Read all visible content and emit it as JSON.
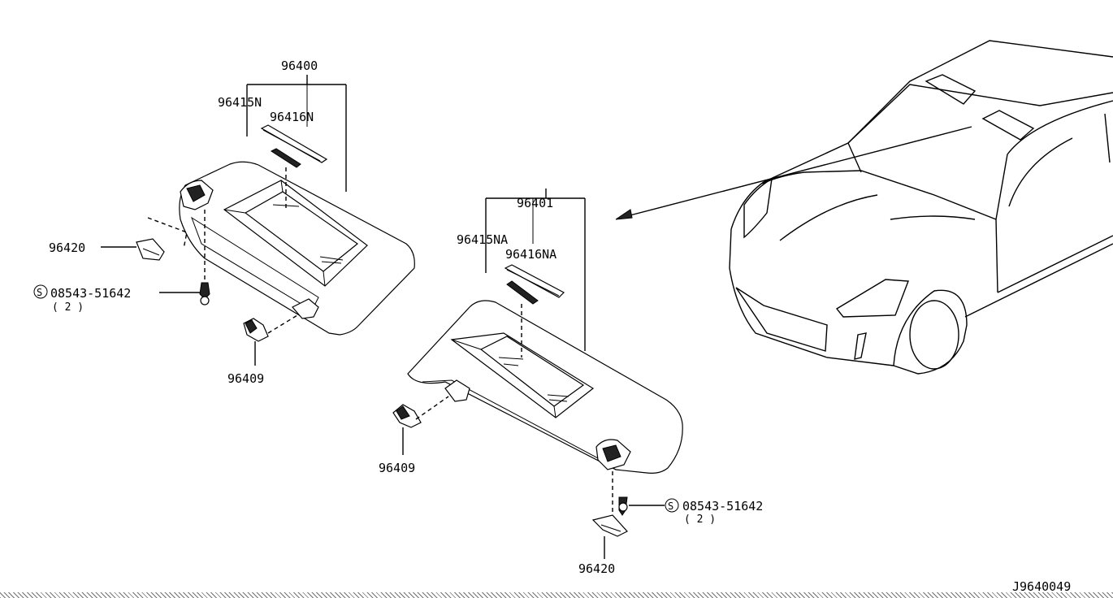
{
  "diagram_id": "J9640049",
  "left_visor": {
    "assembly": "96400",
    "vanity_cover": "96415N",
    "vanity_lid": "96416N",
    "cover_clip": "96420",
    "screw_code": "08543-51642",
    "screw_qty": "( 2 )",
    "holder": "96409"
  },
  "right_visor": {
    "assembly": "96401",
    "vanity_cover": "96415NA",
    "vanity_lid": "96416NA",
    "screw_code": "08543-51642",
    "screw_qty": "( 2 )",
    "holder": "96409",
    "cover_clip": "96420"
  },
  "symbols": {
    "screw_mark": "S"
  }
}
